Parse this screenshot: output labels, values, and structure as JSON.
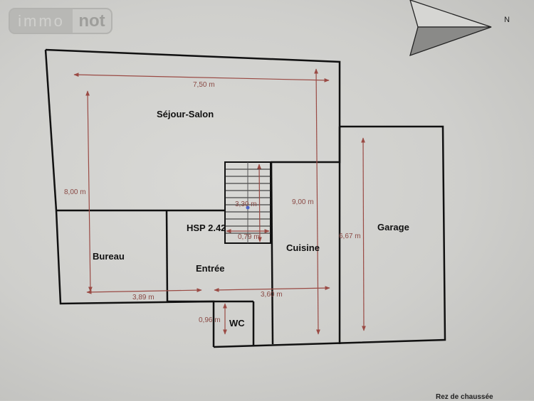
{
  "watermark": {
    "logo_left": "immo",
    "logo_right": "not"
  },
  "compass": {
    "label": "N"
  },
  "plan": {
    "level_title": "Rez de chaussée",
    "ceiling_height": "HSP 2.42",
    "rooms": [
      {
        "name": "Séjour-Salon"
      },
      {
        "name": "Bureau"
      },
      {
        "name": "Entrée"
      },
      {
        "name": "Cuisine"
      },
      {
        "name": "Garage"
      },
      {
        "name": "WC"
      }
    ],
    "dimensions": {
      "sejour_width": "7,50 m",
      "sejour_height": "8,00 m",
      "cuisine_height": "9,00 m",
      "garage_height": "6,67 m",
      "bureau_width": "3,89 m",
      "entree_cuisine_width": "3,60 m",
      "stairs_length": "3,30 m",
      "stairs_width": "0,79 m",
      "wc_depth": "0,96 m"
    },
    "colors": {
      "wall": "#111111",
      "dimension_line": "#9a4a44"
    }
  }
}
